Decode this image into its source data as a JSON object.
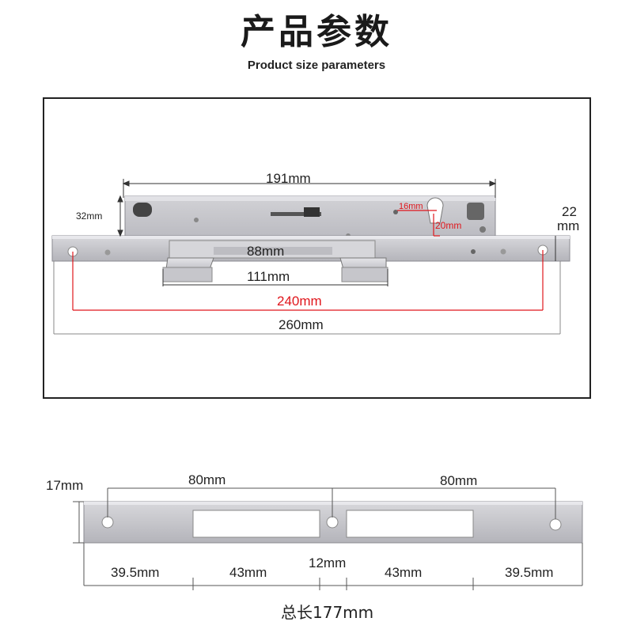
{
  "header": {
    "title": "产品参数",
    "subtitle": "Product size parameters"
  },
  "lock_diagram": {
    "dim_191": "191mm",
    "dim_32": "32mm",
    "dim_16": "16mm",
    "dim_20": "20mm",
    "dim_22_top": "22",
    "dim_22_unit": "mm",
    "dim_88": "88mm",
    "dim_111": "111mm",
    "dim_240": "240mm",
    "dim_260": "260mm"
  },
  "strike_diagram": {
    "dim_17": "17mm",
    "dim_80_left": "80mm",
    "dim_80_right": "80mm",
    "seg_1": "39.5mm",
    "seg_2": "43mm",
    "seg_3": "12mm",
    "seg_4": "43mm",
    "seg_5": "39.5mm",
    "total": "总长177mm"
  },
  "colors": {
    "accent_red": "#e0161c",
    "metal": "#c8c8cc",
    "outline": "#222222"
  }
}
